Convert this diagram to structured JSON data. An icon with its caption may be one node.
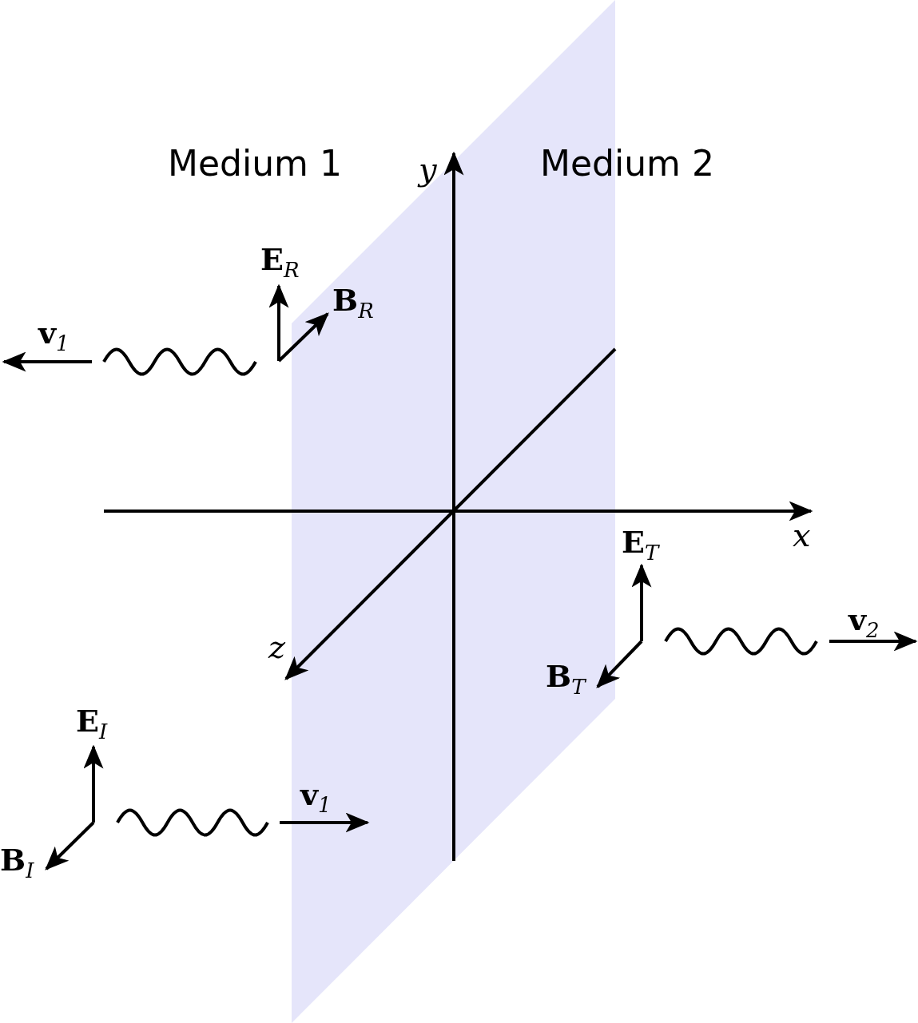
{
  "diagram": {
    "labels": [
      "Medium 1",
      "y",
      "Medium 2",
      "**E**$_{R}$",
      "**B**$_{R}$",
      "**v**$_{1}$",
      "x",
      "**E**$_{T}$",
      "**v**$_{2}$",
      "z",
      "**B**$_{T}$",
      "**E**$_{I}$",
      "**B**$_{I}$",
      "**v**$_{1}$"
    ]
  }
}
